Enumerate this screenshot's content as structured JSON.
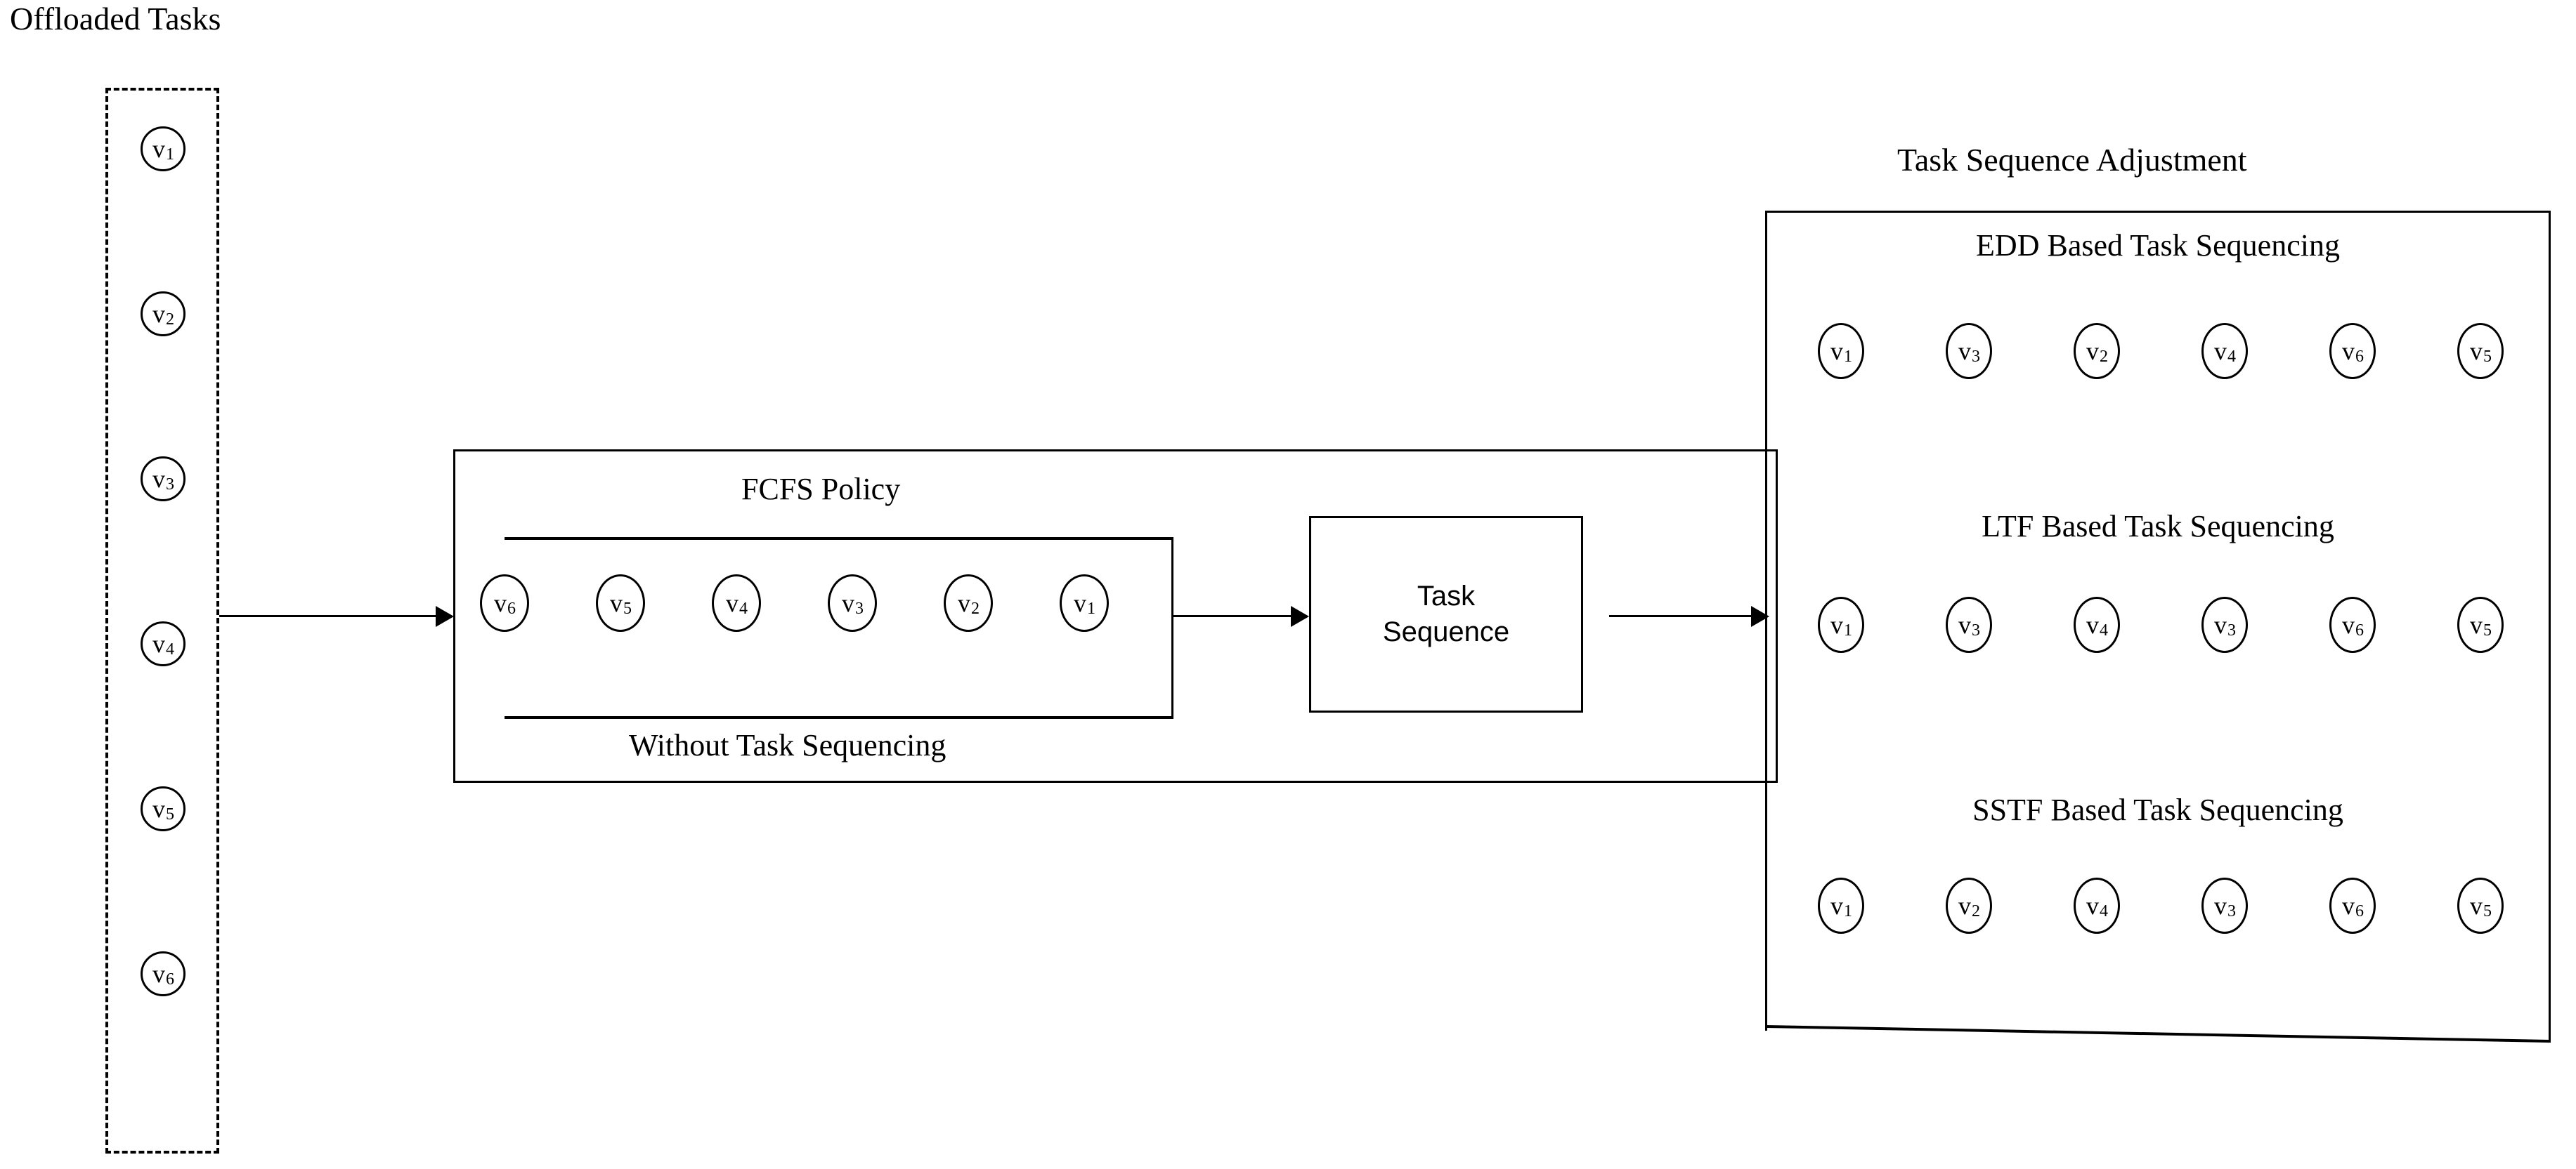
{
  "diagram": {
    "title_offloaded": "Offloaded Tasks",
    "title_adjustment": "Task Sequence Adjustment"
  },
  "offloaded": {
    "label": "Offloaded Tasks",
    "tasks": [
      {
        "base": "v",
        "sub": "1"
      },
      {
        "base": "v",
        "sub": "2"
      },
      {
        "base": "v",
        "sub": "3"
      },
      {
        "base": "v",
        "sub": "4"
      },
      {
        "base": "v",
        "sub": "5"
      },
      {
        "base": "v",
        "sub": "6"
      }
    ]
  },
  "fcfs": {
    "title": "FCFS Policy",
    "footer": "Without Task Sequencing",
    "queue": [
      {
        "base": "v",
        "sub": "6"
      },
      {
        "base": "v",
        "sub": "5"
      },
      {
        "base": "v",
        "sub": "4"
      },
      {
        "base": "v",
        "sub": "3"
      },
      {
        "base": "v",
        "sub": "2"
      },
      {
        "base": "v",
        "sub": "1"
      }
    ]
  },
  "task_sequence_box": {
    "line1": "Task",
    "line2": "Sequence"
  },
  "adjustment": {
    "title": "Task Sequence Adjustment",
    "rows": [
      {
        "heading": "EDD Based Task Sequencing",
        "tasks": [
          {
            "base": "v",
            "sub": "1"
          },
          {
            "base": "v",
            "sub": "3"
          },
          {
            "base": "v",
            "sub": "2"
          },
          {
            "base": "v",
            "sub": "4"
          },
          {
            "base": "v",
            "sub": "6"
          },
          {
            "base": "v",
            "sub": "5"
          }
        ]
      },
      {
        "heading": "LTF Based Task Sequencing",
        "tasks": [
          {
            "base": "v",
            "sub": "1"
          },
          {
            "base": "v",
            "sub": "3"
          },
          {
            "base": "v",
            "sub": "4"
          },
          {
            "base": "v",
            "sub": "3"
          },
          {
            "base": "v",
            "sub": "6"
          },
          {
            "base": "v",
            "sub": "5"
          }
        ]
      },
      {
        "heading": "SSTF Based Task Sequencing",
        "tasks": [
          {
            "base": "v",
            "sub": "1"
          },
          {
            "base": "v",
            "sub": "2"
          },
          {
            "base": "v",
            "sub": "4"
          },
          {
            "base": "v",
            "sub": "3"
          },
          {
            "base": "v",
            "sub": "6"
          },
          {
            "base": "v",
            "sub": "5"
          }
        ]
      }
    ]
  },
  "arrows": [
    {
      "name": "offloaded-to-fcfs"
    },
    {
      "name": "queue-to-task-sequence"
    },
    {
      "name": "task-sequence-to-adjustment"
    }
  ],
  "colors": {
    "stroke": "#000000",
    "background": "#ffffff"
  }
}
